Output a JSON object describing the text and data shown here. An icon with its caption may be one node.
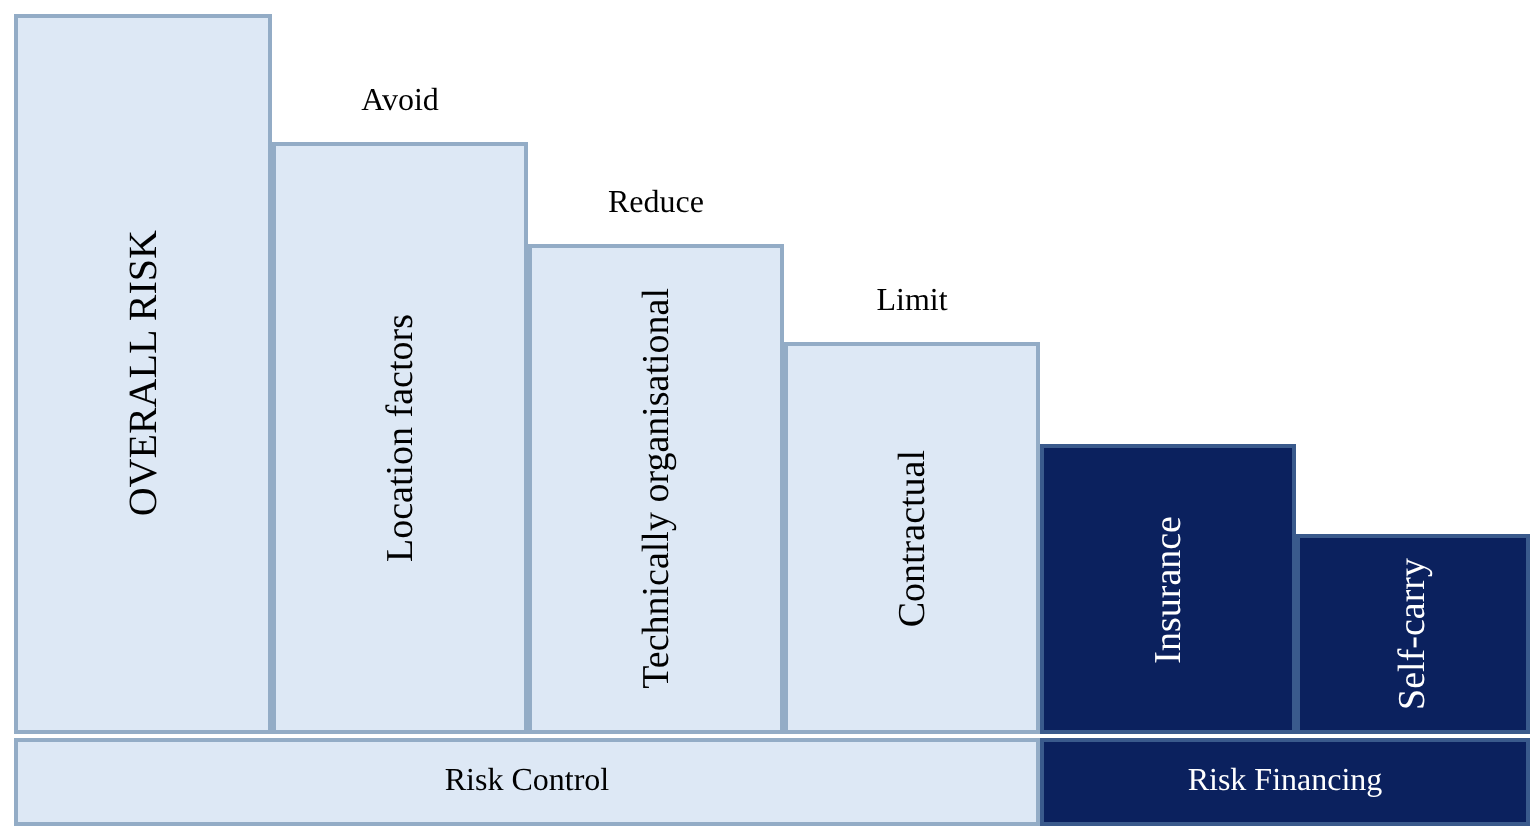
{
  "diagram": {
    "nodes": [
      {
        "text": [
          "OVERALL RISK"
        ]
      },
      {
        "text": [
          "Location factors"
        ],
        "beside": [
          "Avoid"
        ]
      },
      {
        "text": [
          "Technically organisational"
        ],
        "beside": [
          "Reduce"
        ]
      },
      {
        "text": [
          "Contractual"
        ],
        "beside": [
          "Limit"
        ]
      },
      {
        "text": [
          "Insurance"
        ]
      },
      {
        "text": [
          "Self-carry"
        ]
      },
      {
        "text": [
          "Risk Control"
        ]
      },
      {
        "text": [
          "Risk Financing"
        ]
      }
    ]
  }
}
